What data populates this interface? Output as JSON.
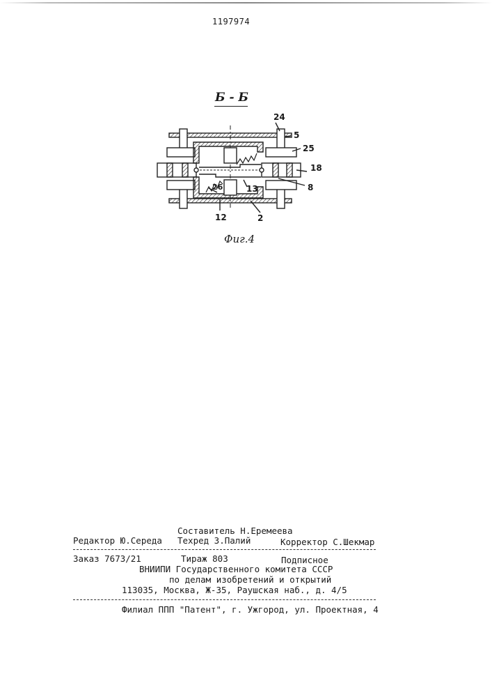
{
  "header": {
    "patent_number": "1197974"
  },
  "figure": {
    "section_label": "Б - Б",
    "caption": "Фиг.4",
    "callouts": {
      "c24": "24",
      "c5": "5",
      "c25": "25",
      "c18": "18",
      "c8": "8",
      "c26": "26",
      "c13": "13",
      "c12": "12",
      "c2": "2"
    }
  },
  "footer": {
    "compiler": "Составитель Н.Еремеева",
    "editor": "Редактор Ю.Середа",
    "techred": "Техред З.Палий",
    "corrector": "Корректор С.Шекмар",
    "order": "Заказ 7673/21",
    "print_run": "Тираж 803",
    "subscription": "Подписное",
    "org_line1": "ВНИИПИ Государственного комитета СССР",
    "org_line2": "по делам изобретений и открытий",
    "address": "113035, Москва, Ж-35, Раушская наб., д. 4/5",
    "branch": "Филиал ППП \"Патент\", г. Ужгород, ул. Проектная, 4"
  }
}
